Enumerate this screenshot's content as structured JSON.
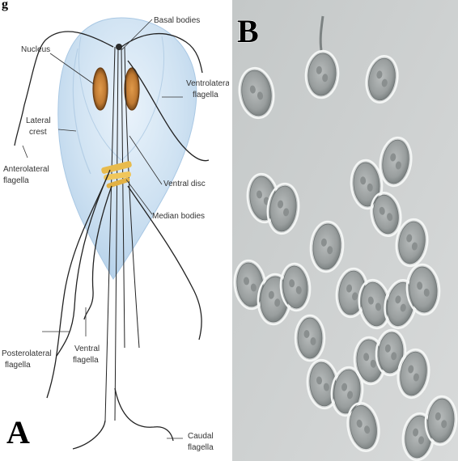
{
  "figure": {
    "header_char": "g",
    "panel_a": {
      "letter": "A",
      "labels": {
        "basal_bodies": "Basal bodies",
        "nucleus": "Nucleus",
        "ventrolateral_flagella_1": "Ventrolateral",
        "ventrolateral_flagella_2": "flagella",
        "lateral_crest_1": "Lateral",
        "lateral_crest_2": "crest",
        "anterolateral_flagella_1": "Anterolateral",
        "anterolateral_flagella_2": "flagella",
        "ventral_disc": "Ventral disc",
        "median_bodies": "Median bodies",
        "posterolateral_flagella_1": "Posterolateral",
        "posterolateral_flagella_2": "flagella",
        "ventral_flagella_1": "Ventral",
        "ventral_flagella_2": "flagella",
        "caudal_flagella_1": "Caudal",
        "caudal_flagella_2": "flagella"
      }
    },
    "panel_b": {
      "letter": "B"
    }
  },
  "colors": {
    "cell_body": "#c5dcef",
    "nucleus_ring": "#b5702a",
    "nucleus_core": "#d28f3e",
    "median_bodies": "#e6b84a",
    "micrograph_bg": "#cfd2d2",
    "cyst_outline": "#f4f6f5",
    "cyst_fill": "#a9adad"
  }
}
